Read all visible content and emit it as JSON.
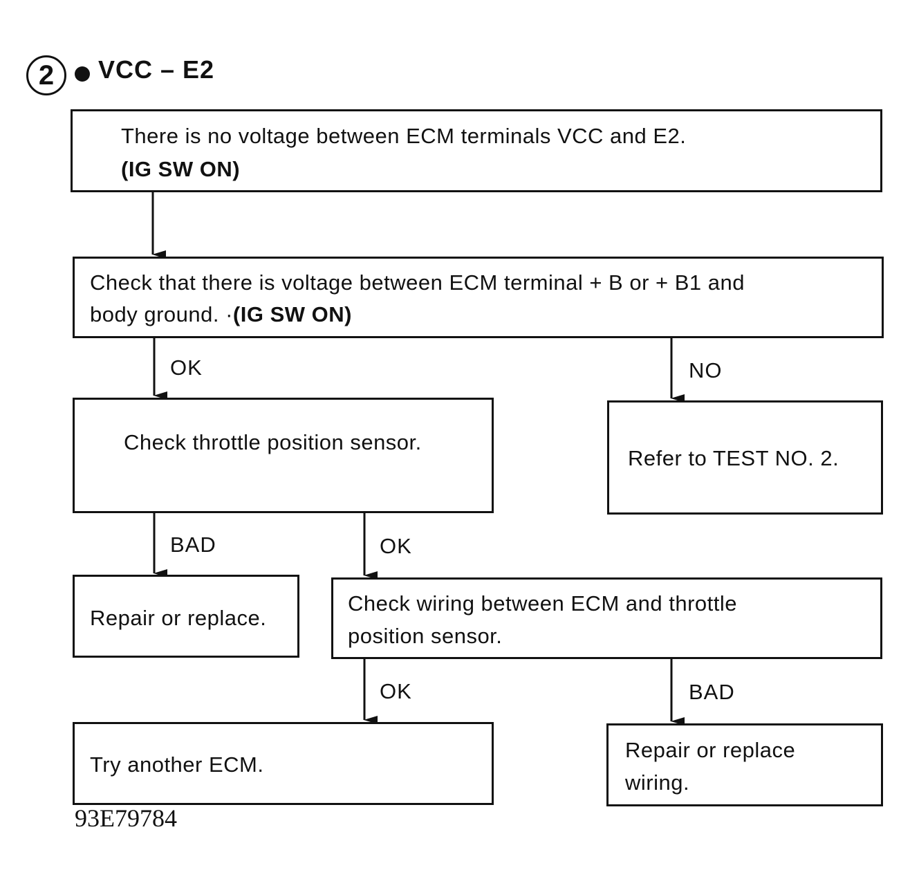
{
  "header": {
    "step_number": "2",
    "title": "VCC – E2"
  },
  "boxes": {
    "no_voltage": {
      "line1": "There is no voltage between ECM terminals VCC and E2.",
      "line2": "(IG SW ON)"
    },
    "check_voltage": {
      "line1": "Check that there is voltage between ECM terminal  + B or  + B1 and",
      "line2_prefix": "body ground. ·",
      "line2_bold": "(IG SW ON)"
    },
    "check_tps": {
      "line1": "Check throttle position sensor."
    },
    "refer_test": {
      "line1": "Refer to TEST NO. 2."
    },
    "repair_replace": {
      "line1": "Repair or replace."
    },
    "check_wiring": {
      "line1": "Check wiring between ECM and throttle",
      "line2": "position sensor."
    },
    "try_ecm": {
      "line1": "Try another ECM."
    },
    "repair_wiring": {
      "line1": "Repair or replace",
      "line2": "wiring."
    }
  },
  "labels": {
    "ok_1": "OK",
    "no_1": "NO",
    "bad_1": "BAD",
    "ok_2": "OK",
    "ok_3": "OK",
    "bad_2": "BAD"
  },
  "reference_code": "93E79784"
}
